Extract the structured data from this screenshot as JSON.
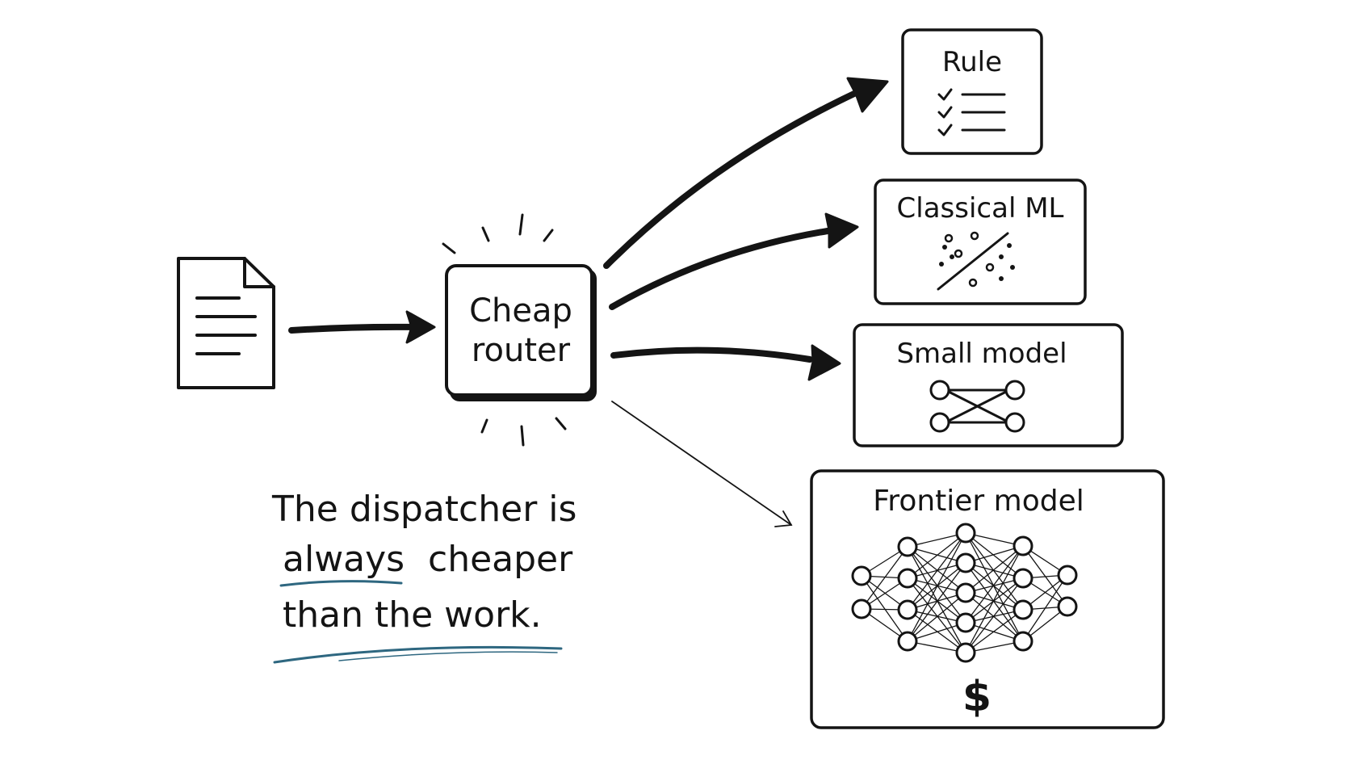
{
  "router": {
    "line1": "Cheap",
    "line2": "router"
  },
  "destinations": {
    "rule": {
      "title": "Rule"
    },
    "classical_ml": {
      "title": "Classical ML"
    },
    "small_model": {
      "title": "Small model"
    },
    "frontier_model": {
      "title": "Frontier model",
      "cost_symbol": "$"
    }
  },
  "caption": {
    "line1": "The dispatcher is",
    "line2_underlined": "always",
    "line2_rest": "cheaper",
    "line3": "than the work."
  },
  "colors": {
    "ink": "#141414",
    "accent_underline": "#2e6780",
    "background": "#ffffff"
  },
  "icons": {
    "input": "document-icon",
    "rule": "checklist-icon",
    "classical_ml": "scatter-plot-icon",
    "small_model": "small-network-icon",
    "frontier_model": "neural-network-icon"
  }
}
